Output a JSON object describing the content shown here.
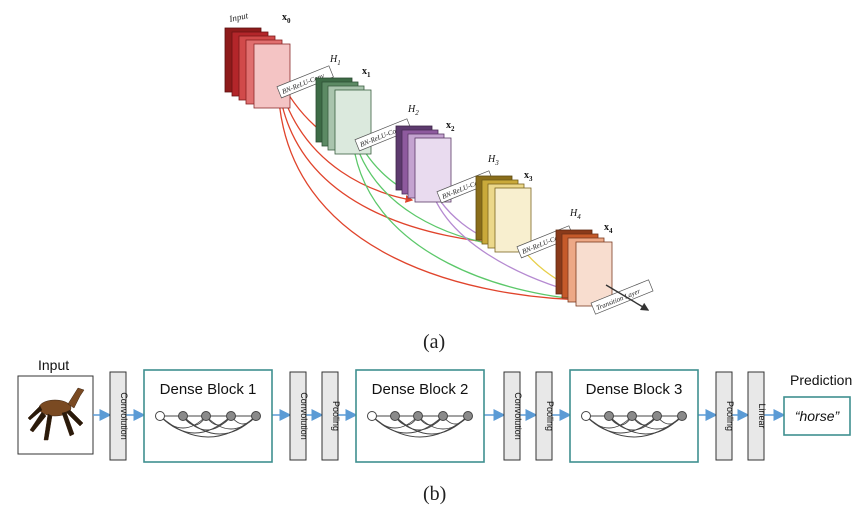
{
  "panel_a": {
    "caption": "(a)",
    "input_label": "Input",
    "x_labels": [
      "x",
      "x",
      "x",
      "x",
      "x"
    ],
    "x_subscripts": [
      "0",
      "1",
      "2",
      "3",
      "4"
    ],
    "h_labels": [
      "H",
      "H",
      "H",
      "H"
    ],
    "h_subscripts": [
      "1",
      "2",
      "3",
      "4"
    ],
    "layer_label": "BN-ReLU-Conv",
    "transition_label": "Transition Layer",
    "colors": {
      "red": "#c0392b",
      "green": "#4a7a52",
      "purple": "#8e5a9e",
      "yellow": "#c9a93a",
      "orange": "#c55a2a",
      "arrow_red": "#e0442c",
      "arrow_green": "#5cc86a",
      "arrow_purple": "#b58ad1",
      "arrow_yellow": "#e7cf4a"
    }
  },
  "panel_b": {
    "caption": "(b)",
    "input_label": "Input",
    "prediction_label": "Prediction",
    "prediction_value": "“horse”",
    "blocks": [
      "Dense Block 1",
      "Dense Block 2",
      "Dense Block 3"
    ],
    "layers": [
      "Convolution",
      "Convolution",
      "Pooling",
      "Convolution",
      "Pooling",
      "Pooling",
      "Linear"
    ],
    "colors": {
      "block_border": "#3f8f8f",
      "arrow": "#5b9bd5",
      "layer_fill": "#e8e8e8"
    }
  }
}
